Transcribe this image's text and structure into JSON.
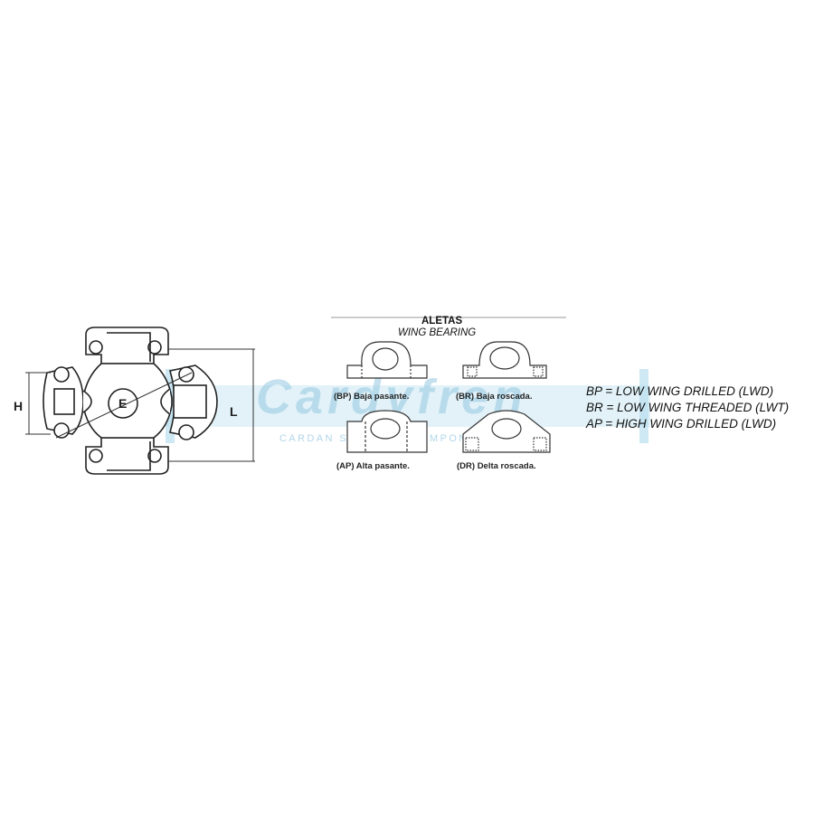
{
  "watermark": {
    "brand": "Cardyfren",
    "tagline": "CARDAN SHAFTS & COMPONENT",
    "color": "#9fd3ea"
  },
  "cross_diagram": {
    "label_h": "H",
    "label_e": "E",
    "label_l": "L"
  },
  "wings": {
    "title": "ALETAS",
    "subtitle": "WING BEARING",
    "types": [
      {
        "code": "BP",
        "caption": "(BP) Baja pasante."
      },
      {
        "code": "BR",
        "caption": "(BR) Baja roscada."
      },
      {
        "code": "AP",
        "caption": "(AP) Alta pasante."
      },
      {
        "code": "DR",
        "caption": "(DR) Delta roscada."
      }
    ]
  },
  "legend": [
    "BP = LOW WING DRILLED (LWD)",
    "BR = LOW WING THREADED (LWT)",
    "AP = HIGH WING DRILLED (LWD)"
  ]
}
